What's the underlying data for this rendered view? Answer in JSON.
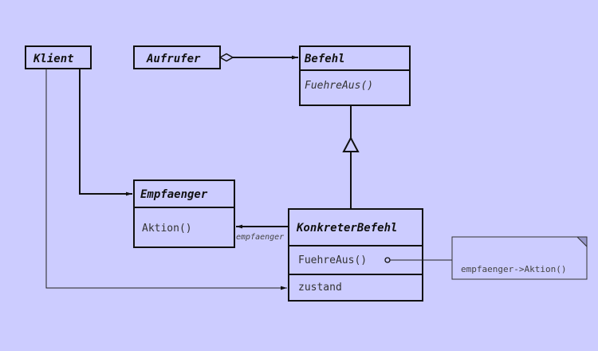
{
  "classes": {
    "klient": {
      "name": "Klient"
    },
    "aufrufer": {
      "name": "Aufrufer"
    },
    "befehl": {
      "name": "Befehl",
      "operation": "FuehreAus()"
    },
    "empfaenger": {
      "name": "Empfaenger",
      "operation": "Aktion()"
    },
    "konkreter_befehl": {
      "name": "KonkreterBefehl",
      "operation": "FuehreAus()",
      "attribute": "zustand"
    }
  },
  "associations": {
    "empfaenger_role": "empfaenger"
  },
  "note": {
    "text": "empfaenger->Aktion()"
  },
  "colors": {
    "background": "#ccccff",
    "stroke": "#111111"
  }
}
